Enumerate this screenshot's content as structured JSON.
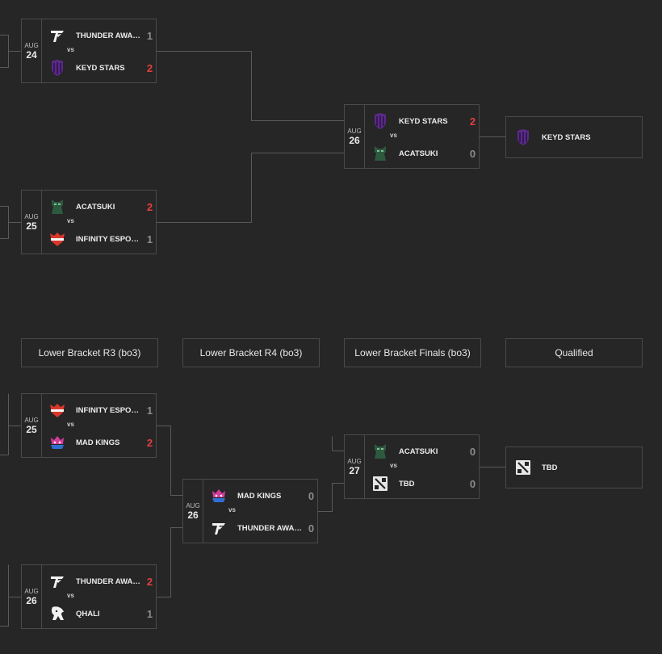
{
  "upper_bracket": {
    "match_1": {
      "month": "AUG",
      "day": "24",
      "team1": {
        "name": "THUNDER AWAKEN",
        "score": "1",
        "logo": "thunder-awaken-logo"
      },
      "team2": {
        "name": "KEYD STARS",
        "score": "2",
        "logo": "keyd-stars-logo"
      }
    },
    "match_2": {
      "month": "AUG",
      "day": "25",
      "team1": {
        "name": "ACATSUKI",
        "score": "2",
        "logo": "acatsuki-logo"
      },
      "team2": {
        "name": "INFINITY ESPORTS",
        "score": "1",
        "logo": "infinity-esports-logo"
      }
    },
    "final": {
      "month": "AUG",
      "day": "26",
      "team1": {
        "name": "KEYD STARS",
        "score": "2",
        "logo": "keyd-stars-logo"
      },
      "team2": {
        "name": "ACATSUKI",
        "score": "0",
        "logo": "acatsuki-logo"
      }
    },
    "winner": {
      "name": "KEYD STARS",
      "logo": "keyd-stars-logo"
    }
  },
  "headers": {
    "lb_r3": "Lower Bracket R3 (bo3)",
    "lb_r4": "Lower Bracket R4 (bo3)",
    "lb_finals": "Lower Bracket Finals (bo3)",
    "qualified": "Qualified"
  },
  "lower_bracket": {
    "r3_match_1": {
      "month": "AUG",
      "day": "25",
      "team1": {
        "name": "INFINITY ESPORTS",
        "score": "1",
        "logo": "infinity-esports-logo"
      },
      "team2": {
        "name": "MAD KINGS",
        "score": "2",
        "logo": "mad-kings-logo"
      }
    },
    "r3_match_2": {
      "month": "AUG",
      "day": "26",
      "team1": {
        "name": "THUNDER AWAKEN",
        "score": "2",
        "logo": "thunder-awaken-logo"
      },
      "team2": {
        "name": "QHALI",
        "score": "1",
        "logo": "qhali-logo"
      }
    },
    "r4_match": {
      "month": "AUG",
      "day": "26",
      "team1": {
        "name": "MAD KINGS",
        "score": "0",
        "logo": "mad-kings-logo"
      },
      "team2": {
        "name": "THUNDER AWAKEN",
        "score": "0",
        "logo": "thunder-awaken-logo"
      }
    },
    "final": {
      "month": "AUG",
      "day": "27",
      "team1": {
        "name": "ACATSUKI",
        "score": "0",
        "logo": "acatsuki-logo"
      },
      "team2": {
        "name": "TBD",
        "score": "0",
        "logo": "dota-tbd-logo"
      }
    },
    "qualified": {
      "name": "TBD",
      "logo": "dota-tbd-logo"
    }
  },
  "vs_label": "vs",
  "colors": {
    "background": "#262626",
    "border": "#4a4a4a",
    "connector": "#5a5a5a",
    "winning_score": "#e43f3f",
    "losing_score": "#8c8c8c"
  }
}
